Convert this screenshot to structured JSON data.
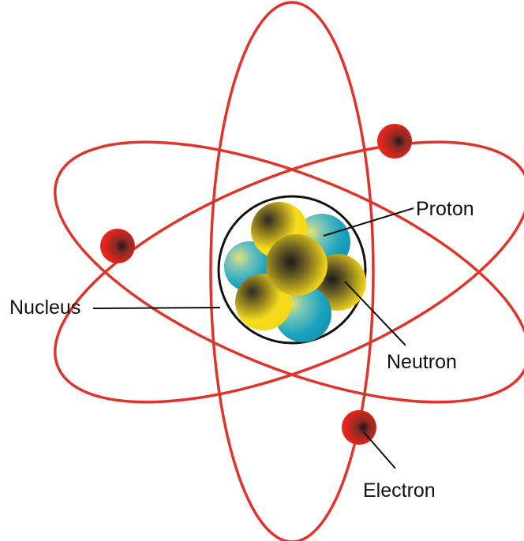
{
  "diagram": {
    "labels": {
      "proton": "Proton",
      "nucleus": "Nucleus",
      "neutron": "Neutron",
      "electron": "Electron"
    },
    "colors": {
      "orbit": "#e0342b",
      "electron": "#e0241e",
      "proton": "#f3d71a",
      "neutron": "#1aa3c0",
      "nucleus_outline": "#111111",
      "leader_line": "#111111"
    }
  }
}
